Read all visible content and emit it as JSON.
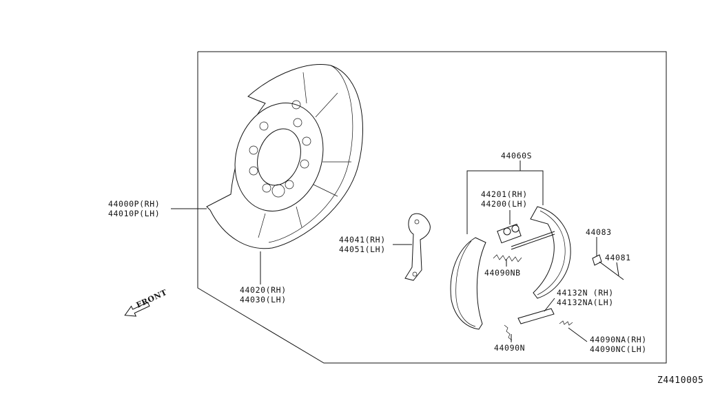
{
  "labels": {
    "brake_shoe_kit": "44060S",
    "wheel_cyl_rh": "44201(RH)",
    "wheel_cyl_lh": "44200(LH)",
    "bracket": "44083",
    "pin": "44081",
    "back_plate_rh": "44000P(RH)",
    "back_plate_lh": "44010P(LH)",
    "lever_rh": "44041(RH)",
    "lever_lh": "44051(LH)",
    "spring_nb": "44090NB",
    "shield_rh": "44020(RH)",
    "shield_lh": "44030(LH)",
    "strut_rh": "44132N (RH)",
    "strut_lh": "44132NA(LH)",
    "spring_n": "44090N",
    "spring_na_rh": "44090NA(RH)",
    "spring_nc_lh": "44090NC(LH)",
    "front": "FRONT",
    "diagram_code": "Z4410005"
  }
}
